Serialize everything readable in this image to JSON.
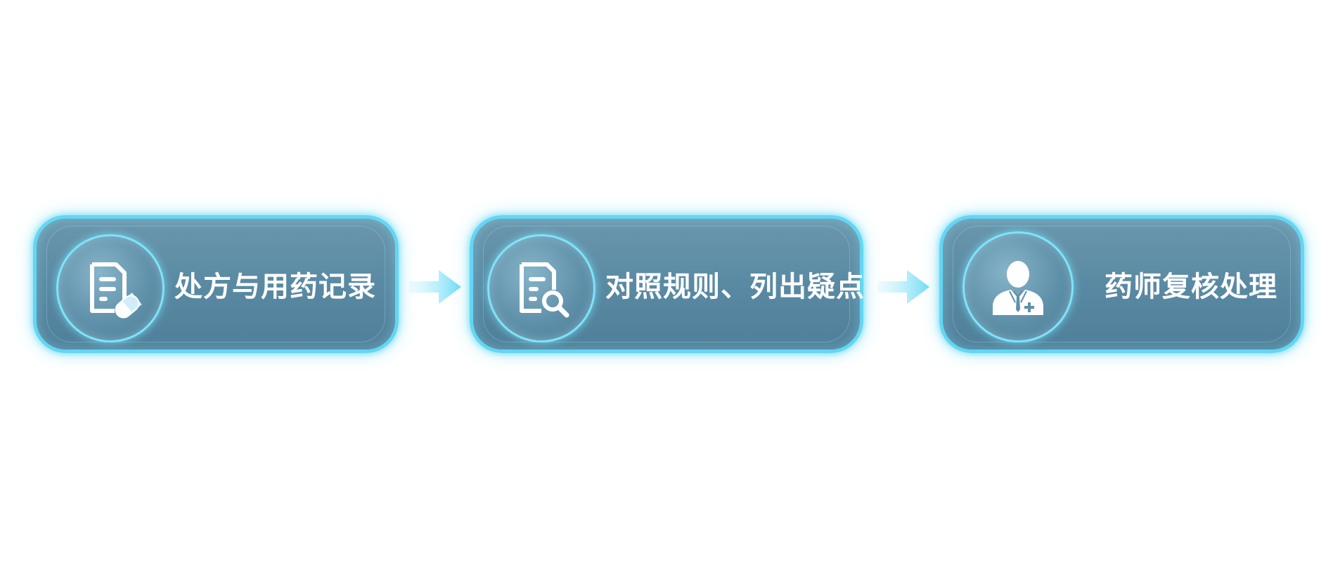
{
  "steps": [
    {
      "label": "处方与用药记录",
      "icon": "prescription-pill-icon"
    },
    {
      "label": "对照规则、列出疑点",
      "icon": "document-search-icon"
    },
    {
      "label": "药师复核处理",
      "icon": "pharmacist-icon"
    }
  ],
  "arrows": [
    {
      "icon": "arrow-right-icon"
    },
    {
      "icon": "arrow-right-icon"
    }
  ],
  "colors": {
    "box_fill": "#5a8aa3",
    "glow_border": "#63d6f3",
    "text": "#ffffff",
    "arrow": "#6fdcf5"
  }
}
